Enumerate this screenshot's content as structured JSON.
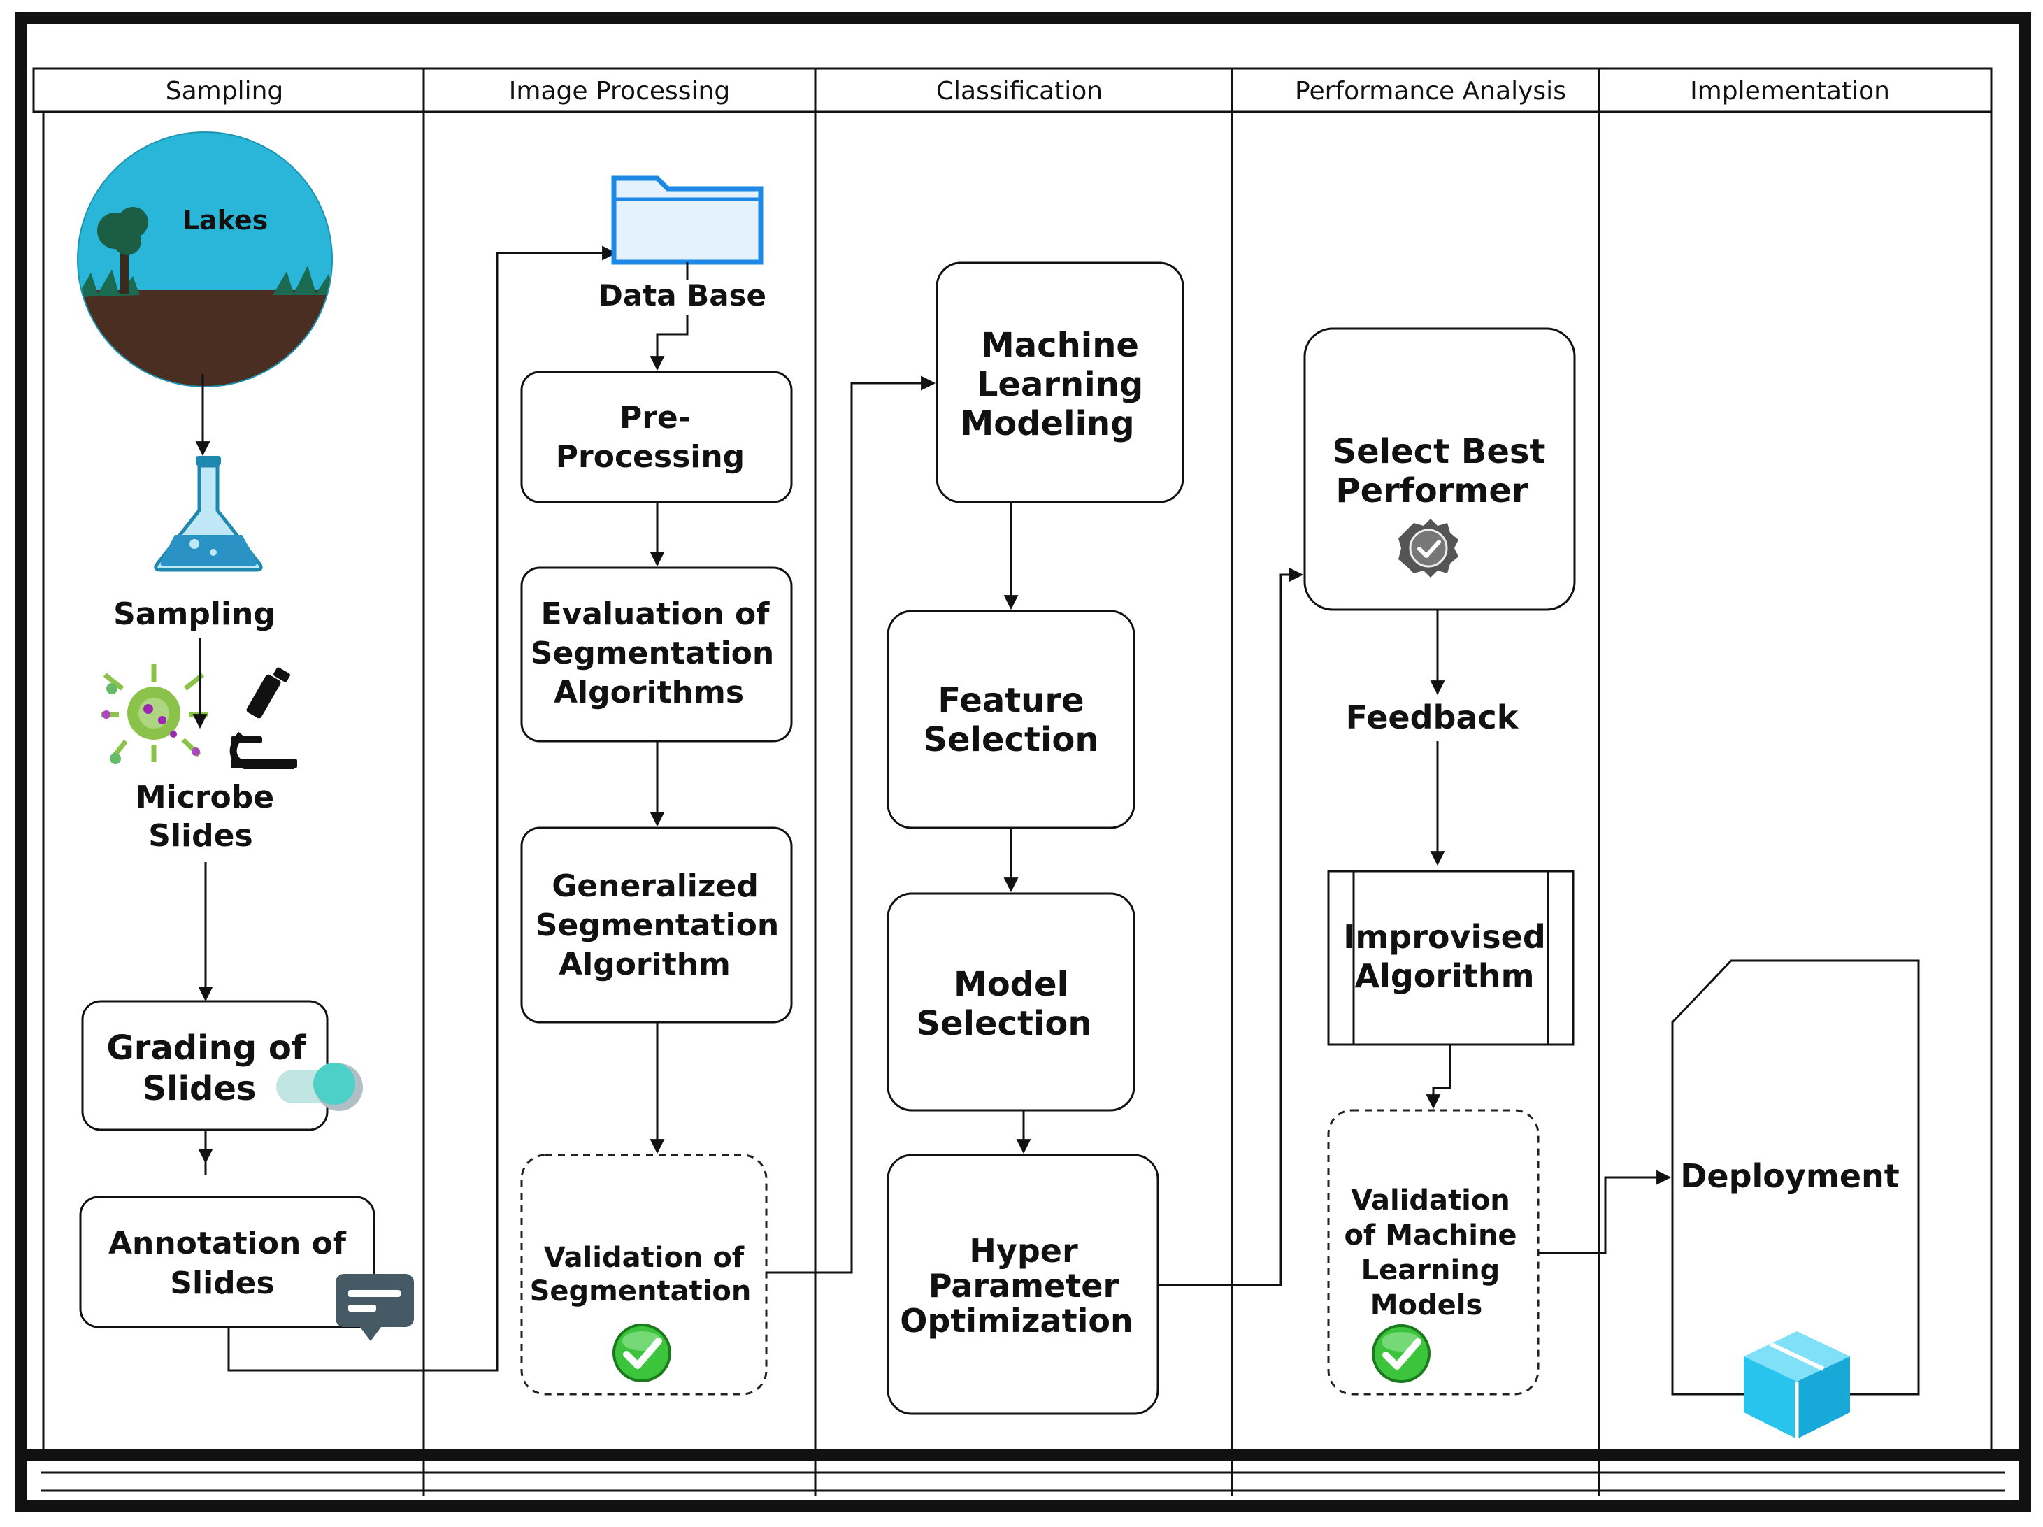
{
  "lanes": [
    {
      "title": "Sampling"
    },
    {
      "title": "Image Processing"
    },
    {
      "title": "Classification"
    },
    {
      "title": "Performance Analysis"
    },
    {
      "title": "Implementation"
    }
  ],
  "sampling": {
    "lakes_label": "Lakes",
    "sampling_label": "Sampling",
    "microbe_label": [
      "Microbe",
      "Slides"
    ],
    "grading_box": [
      "Grading of",
      "Slides"
    ],
    "annotation_box": [
      "Annotation of",
      "Slides"
    ]
  },
  "image_processing": {
    "database_label": "Data Base",
    "preprocessing_box": [
      "Pre-",
      "Processing"
    ],
    "evaluation_box": [
      "Evaluation of",
      "Segmentation",
      "Algorithms"
    ],
    "generalized_box": [
      "Generalized",
      "Segmentation",
      "Algorithm"
    ],
    "validation_box": [
      "Validation of",
      "Segmentation"
    ]
  },
  "classification": {
    "ml_modeling_box": [
      "Machine",
      "Learning",
      "Modeling"
    ],
    "feature_selection_box": [
      "Feature",
      "Selection"
    ],
    "model_selection_box": [
      "Model",
      "Selection"
    ],
    "hyper_param_box": [
      "Hyper",
      "Parameter",
      "Optimization"
    ]
  },
  "performance_analysis": {
    "select_best_box": [
      "Select Best",
      "Performer"
    ],
    "feedback_label": "Feedback",
    "improvised_box": [
      "Improvised",
      "Algorithm"
    ],
    "validation_ml_box": [
      "Validation",
      "of Machine",
      "Learning",
      "Models"
    ]
  },
  "implementation": {
    "deployment_label": "Deployment"
  },
  "colors": {
    "accent_teal": "#29b6d8",
    "check_green": "#3cc43c",
    "folder_blue": "#1e88e5",
    "soil_brown": "#4a2e22",
    "chat_slate": "#455a64",
    "box_blue": "#29c4ee"
  },
  "icons": [
    "lake-scene-icon",
    "flask-icon",
    "microbe-icon",
    "microscope-icon",
    "folder-icon",
    "slide-token-icon",
    "chat-icon",
    "check-icon",
    "badge-icon",
    "package-box-icon"
  ]
}
